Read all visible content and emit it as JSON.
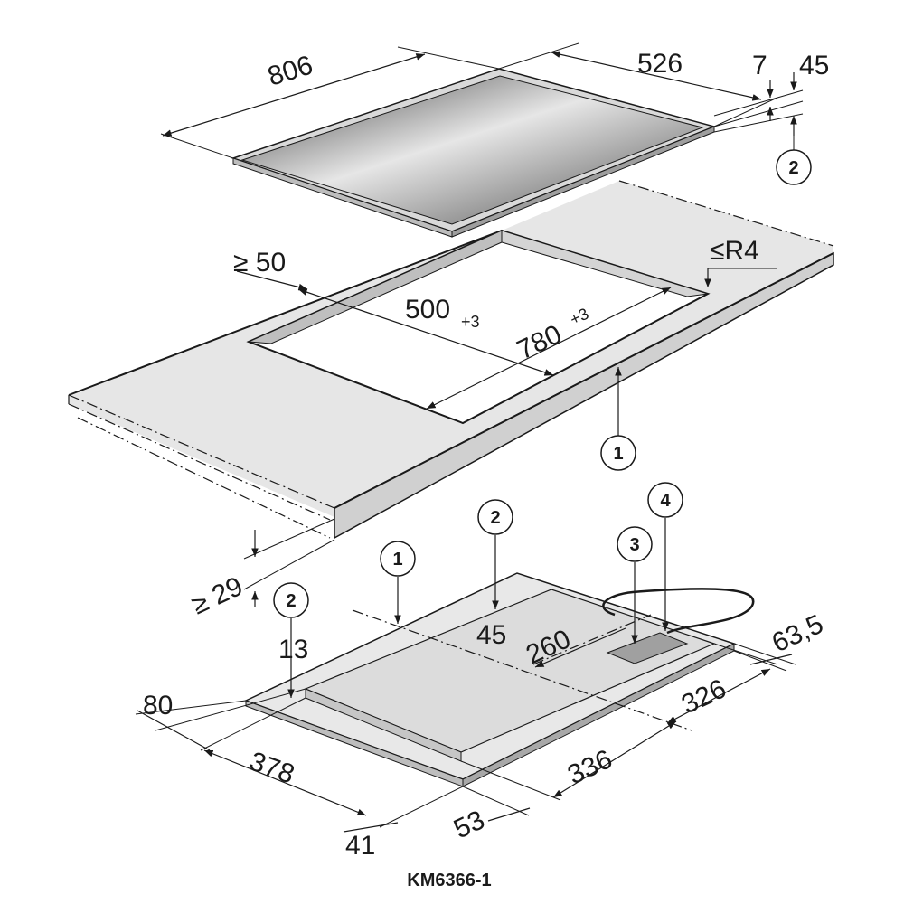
{
  "hob_top": {
    "width": "806",
    "depth": "526",
    "frame_height": "7",
    "total_height": "45"
  },
  "cutout": {
    "min_edge": "≥ 50",
    "corner_radius": "≤R4",
    "depth": "500",
    "depth_tol": "+3",
    "width": "780",
    "width_tol": "+3",
    "min_worktop": "≥ 29"
  },
  "hob_bottom": {
    "d80": "80",
    "d378": "378",
    "d41": "41",
    "d53": "53",
    "d336": "336",
    "d326": "326",
    "d63_5": "63,5",
    "d260": "260",
    "d45": "45",
    "d13": "13"
  },
  "callouts": {
    "c1": "1",
    "c2": "2",
    "c3": "3",
    "c4": "4"
  },
  "caption": "KM6366-1"
}
